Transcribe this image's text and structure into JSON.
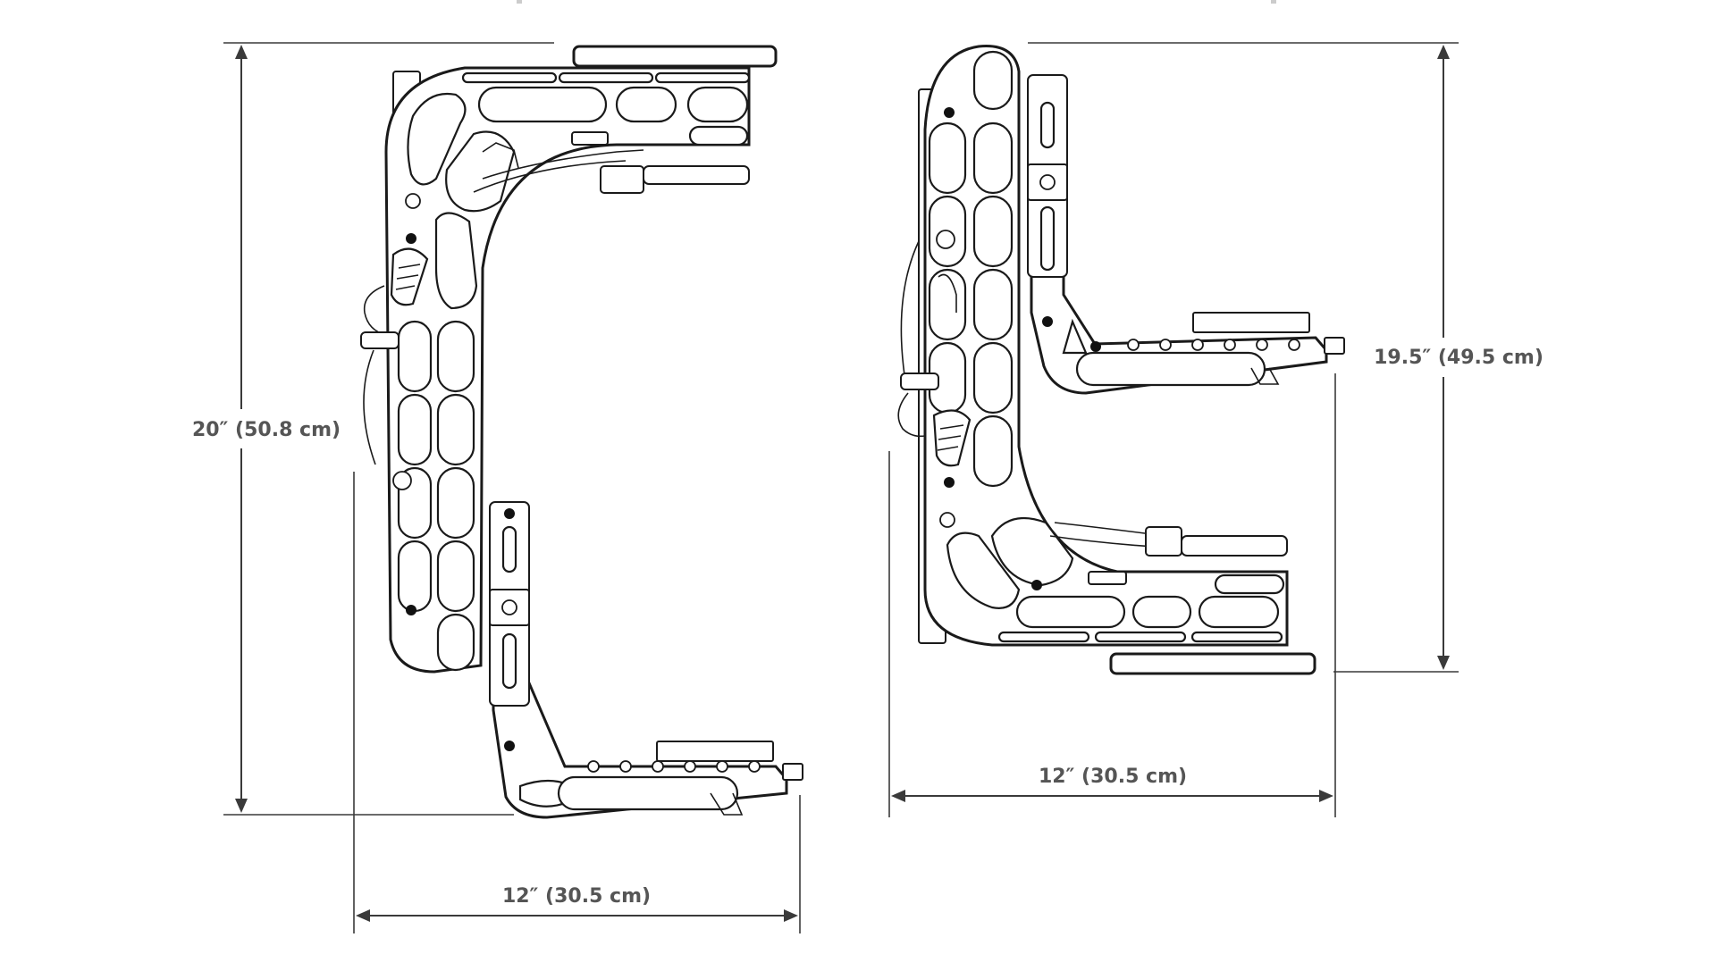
{
  "diagram": {
    "left_view": {
      "height_label": "20″ (50.8 cm)",
      "width_label": "12″ (30.5 cm)"
    },
    "right_view": {
      "height_label": "19.5″ (49.5 cm)",
      "width_label": "12″ (30.5 cm)"
    }
  },
  "colors": {
    "line": "#1a1a1a",
    "dimension": "#3a3a3a",
    "label": "#555555",
    "background": "#ffffff"
  }
}
